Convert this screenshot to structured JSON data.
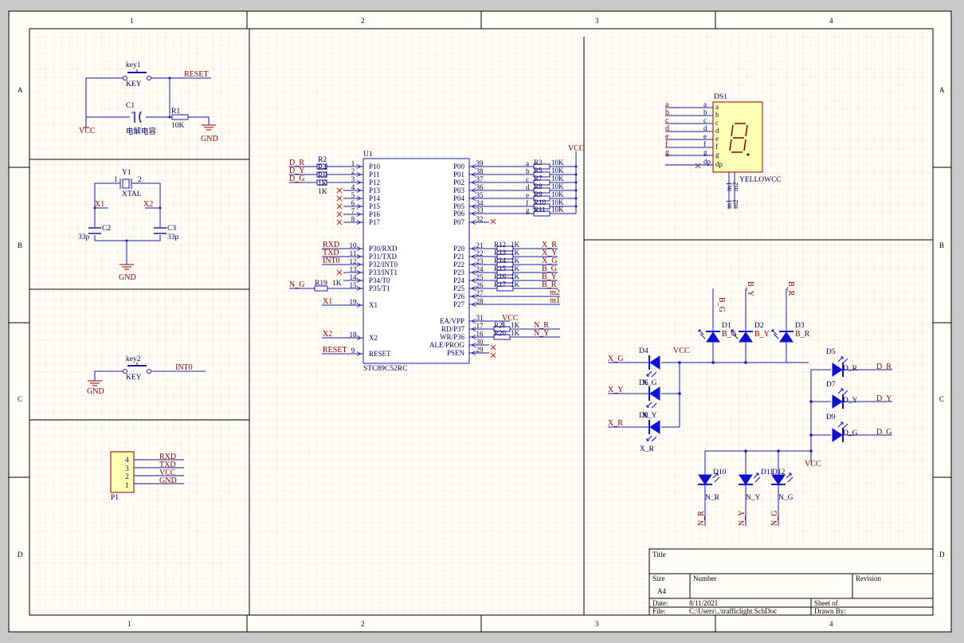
{
  "frame": {
    "columns": [
      "1",
      "2",
      "3",
      "4"
    ],
    "rows": [
      "A",
      "B",
      "C",
      "D"
    ]
  },
  "title_block": {
    "title_label": "Title",
    "size_label": "Size",
    "size_value": "A4",
    "number_label": "Number",
    "revision_label": "Revision",
    "date_label": "Date:",
    "date_value": "8/11/2021",
    "file_label": "File:",
    "file_value": "C:\\Users\\..\\trafficlight.SchDoc",
    "sheet_label": "Sheet   of",
    "drawn_label": "Drawn By:"
  },
  "reset_circuit": {
    "key_ref": "key1",
    "key_val": "KEY",
    "net_reset": "RESET",
    "cap_ref": "C1",
    "cap_val": "电解电容",
    "res_ref": "R1",
    "res_val": "10K",
    "vcc": "VCC",
    "gnd": "GND"
  },
  "crystal": {
    "ref": "Y1",
    "val": "XTAL",
    "pin1": "1",
    "pin2": "2",
    "x1": "X1",
    "x2": "X2",
    "c2": "C2",
    "c3": "C3",
    "c2v": "33p",
    "c3v": "33p",
    "gnd": "GND"
  },
  "int_key": {
    "ref": "key2",
    "val": "KEY",
    "net": "INT0",
    "gnd": "GND"
  },
  "header": {
    "ref": "P1",
    "pins": [
      "4",
      "3",
      "2",
      "1"
    ],
    "nets": [
      "RXD",
      "TXD",
      "VCC",
      "GND"
    ]
  },
  "mcu": {
    "ref": "U1",
    "part": "STC89C52RC",
    "left_pins": [
      {
        "n": "1",
        "name": "P10"
      },
      {
        "n": "2",
        "name": "P11"
      },
      {
        "n": "3",
        "name": "P12"
      },
      {
        "n": "4",
        "name": "P13"
      },
      {
        "n": "5",
        "name": "P14"
      },
      {
        "n": "6",
        "name": "P15"
      },
      {
        "n": "7",
        "name": "P16"
      },
      {
        "n": "8",
        "name": "P17"
      },
      {
        "n": "10",
        "name": "P30/RXD"
      },
      {
        "n": "11",
        "name": "P31/TXD"
      },
      {
        "n": "12",
        "name": "P32/INT0"
      },
      {
        "n": "13",
        "name": "P33/INT1"
      },
      {
        "n": "14",
        "name": "P34/T0"
      },
      {
        "n": "15",
        "name": "P35/T1"
      },
      {
        "n": "19",
        "name": "X1"
      },
      {
        "n": "18",
        "name": "X2"
      },
      {
        "n": "9",
        "name": "RESET"
      }
    ],
    "right_pins": [
      {
        "n": "39",
        "name": "P00"
      },
      {
        "n": "38",
        "name": "P01"
      },
      {
        "n": "37",
        "name": "P02"
      },
      {
        "n": "36",
        "name": "P03"
      },
      {
        "n": "35",
        "name": "P04"
      },
      {
        "n": "34",
        "name": "P05"
      },
      {
        "n": "33",
        "name": "P06"
      },
      {
        "n": "32",
        "name": "P07"
      },
      {
        "n": "21",
        "name": "P20"
      },
      {
        "n": "22",
        "name": "P21"
      },
      {
        "n": "23",
        "name": "P22"
      },
      {
        "n": "24",
        "name": "P23"
      },
      {
        "n": "25",
        "name": "P24"
      },
      {
        "n": "26",
        "name": "P25"
      },
      {
        "n": "27",
        "name": "P26"
      },
      {
        "n": "28",
        "name": "P27"
      },
      {
        "n": "31",
        "name": "EA/VPP"
      },
      {
        "n": "17",
        "name": "RD/P37"
      },
      {
        "n": "16",
        "name": "WR/P36"
      },
      {
        "n": "30",
        "name": "ALE/PROG"
      },
      {
        "n": "29",
        "name": "PSEN"
      }
    ],
    "left_nets": [
      "D_R",
      "D_Y",
      "D_G",
      "RXD",
      "TXD",
      "INT0",
      "N_G",
      "X1",
      "X2",
      "RESET"
    ],
    "left_res": [
      "R2",
      "R4",
      "R6",
      "1K",
      "1K",
      "R19",
      "1K"
    ],
    "seg_nets": [
      "a",
      "b",
      "c",
      "d",
      "e",
      "f",
      "g"
    ],
    "seg_res": [
      "R3",
      "R5",
      "R7",
      "R8",
      "R9",
      "R10",
      "R11"
    ],
    "seg_val": "10K",
    "p2_res": [
      "R12",
      "R13",
      "R14",
      "R15",
      "R16",
      "R17"
    ],
    "p2_val": "1K",
    "p2_nets": [
      "X_R",
      "X_Y",
      "X_G",
      "B_G",
      "B_Y",
      "B_R",
      "m2",
      "m1"
    ],
    "p3_res": [
      "R21",
      "R20"
    ],
    "p3_nets": [
      "N_R",
      "N_Y"
    ],
    "vcc": "VCC"
  },
  "display": {
    "ref": "DS1",
    "part": "YELLOWCC",
    "pins": [
      "a",
      "b",
      "c",
      "d",
      "e",
      "f",
      "g",
      "dp"
    ],
    "com": [
      "m1",
      "m2"
    ]
  },
  "leds": {
    "top": [
      {
        "ref": "D1",
        "net": "B_G"
      },
      {
        "ref": "D2",
        "net": "B_Y"
      },
      {
        "ref": "D3",
        "net": "B_R"
      }
    ],
    "left": [
      {
        "ref": "D4",
        "net": "X_G"
      },
      {
        "ref": "D6",
        "net": "X_Y",
        "lbl": "X_G"
      },
      {
        "ref": "D8",
        "net": "X_R",
        "lbl": "X_Y"
      }
    ],
    "left_bottom_label": "X_R",
    "right": [
      {
        "ref": "D5",
        "net": "D_R"
      },
      {
        "ref": "D7",
        "net": "D_Y"
      },
      {
        "ref": "D9",
        "net": "D_G"
      }
    ],
    "bottom": [
      {
        "ref": "D10",
        "net": "N_R"
      },
      {
        "ref": "D11",
        "net": "N_Y"
      },
      {
        "ref": "D12",
        "net": "N_G"
      }
    ],
    "vcc": "VCC"
  },
  "colors": {
    "sheet": "#fffdf5",
    "grid": "#e6e1cf",
    "wire": "#1a1aa8",
    "net": "#8b0000",
    "part_fill": "#ffffb4",
    "led": "#1010d0"
  }
}
